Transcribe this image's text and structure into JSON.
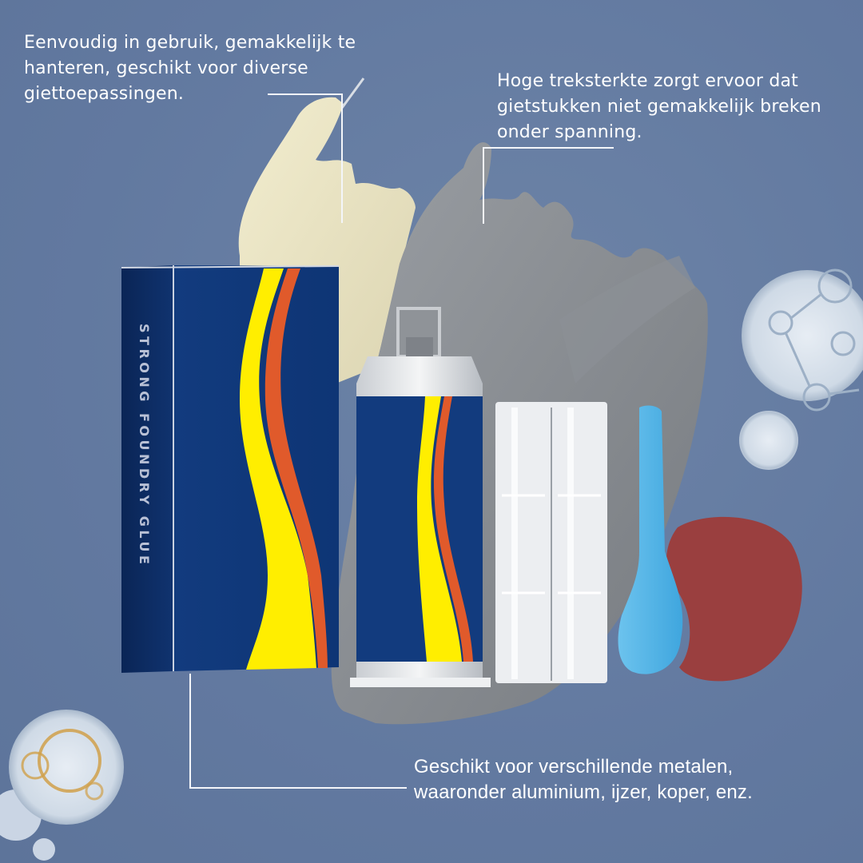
{
  "captions": {
    "ease_of_use": "Eenvoudig in gebruik, gemakkelijk te hanteren, geschikt voor diverse giettoepassingen.",
    "tensile_strength": "Hoge treksterkte zorgt ervoor dat gietstukken niet gemakkelijk breken onder spanning.",
    "metals": "Geschikt voor verschillende metalen, waaronder aluminium, ijzer, koper, enz."
  },
  "product": {
    "box_label": "STRONG FOUNDRY GLUE"
  },
  "colors": {
    "background": "#667ea2",
    "box_blue": "#0f3a7c",
    "stripe_yellow": "#ffee00",
    "stripe_orange": "#e05a2b",
    "cream_paste": "#ece6c6",
    "grey_paste": "#868a8f",
    "spatula_blue": "#4fb3e6",
    "sanding_disc": "#9a3f3f"
  }
}
